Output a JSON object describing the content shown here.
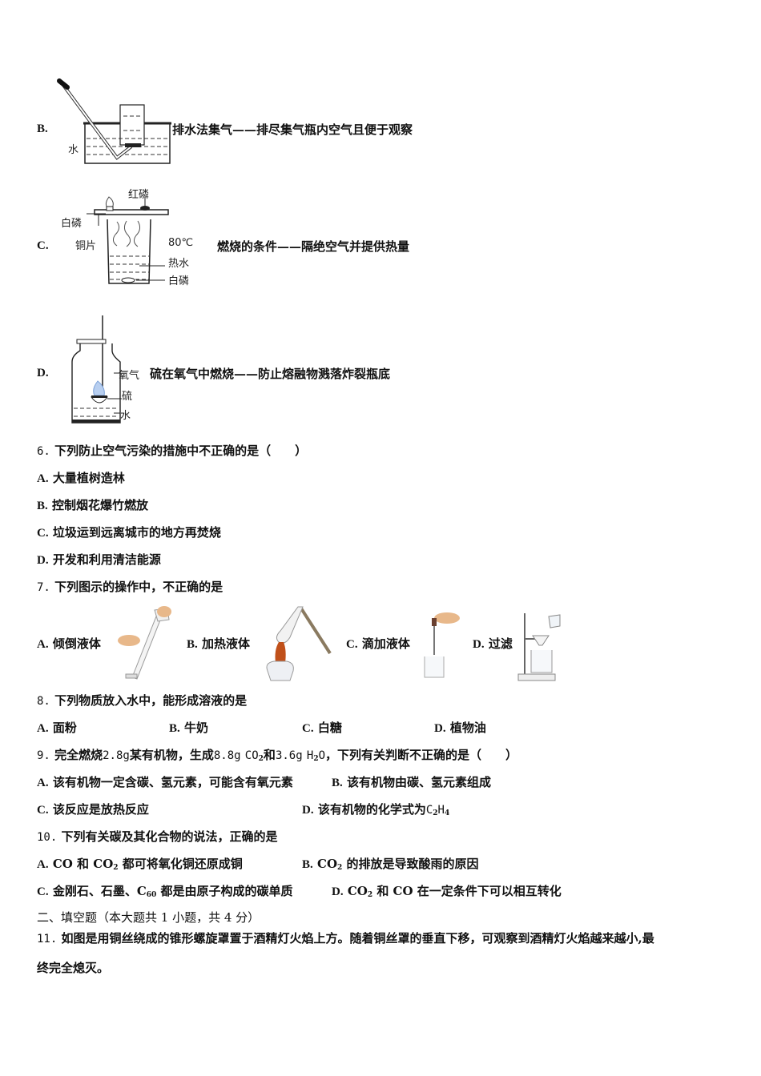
{
  "q5_options": {
    "B": {
      "letter": "B.",
      "text": "排水法集气——排尽集气瓶内空气且便于观察",
      "figure_labels": {
        "water": "水"
      }
    },
    "C": {
      "letter": "C.",
      "text": "燃烧的条件——隔绝空气并提供热量",
      "figure_labels": {
        "red_p": "红磷",
        "white_p_top": "白磷",
        "copper": "铜片",
        "temp": "80℃",
        "hot_water": "热水",
        "white_p_bottom": "白磷"
      }
    },
    "D": {
      "letter": "D.",
      "text": "硫在氧气中燃烧——防止熔融物溅落炸裂瓶底",
      "figure_labels": {
        "oxygen": "氧气",
        "sulfur": "硫",
        "water": "水"
      }
    }
  },
  "q6": {
    "number": "6.",
    "stem": "下列防止空气污染的措施中不正确的是（　　）",
    "options": [
      {
        "letter": "A.",
        "text": "大量植树造林"
      },
      {
        "letter": "B.",
        "text": "控制烟花爆竹燃放"
      },
      {
        "letter": "C.",
        "text": "垃圾运到远离城市的地方再焚烧"
      },
      {
        "letter": "D.",
        "text": "开发和利用清洁能源"
      }
    ]
  },
  "q7": {
    "number": "7.",
    "stem": "下列图示的操作中，不正确的是",
    "options": [
      {
        "letter": "A.",
        "text": "倾倒液体"
      },
      {
        "letter": "B.",
        "text": "加热液体"
      },
      {
        "letter": "C.",
        "text": "滴加液体"
      },
      {
        "letter": "D.",
        "text": "过滤"
      }
    ]
  },
  "q8": {
    "number": "8.",
    "stem": "下列物质放入水中，能形成溶液的是",
    "options": [
      {
        "letter": "A.",
        "text": "面粉"
      },
      {
        "letter": "B.",
        "text": "牛奶"
      },
      {
        "letter": "C.",
        "text": "白糖"
      },
      {
        "letter": "D.",
        "text": "植物油"
      }
    ]
  },
  "q9": {
    "number": "9.",
    "stem_a": "完全燃烧",
    "mass1": "2.8g",
    "stem_b": "某有机物，生成",
    "mass2": "8.8g",
    "co2": "CO",
    "co2_sub": "2",
    "stem_c": "和",
    "mass3": "3.6g",
    "h2o_h": "H",
    "h2o_sub": "2",
    "h2o_o": "O",
    "stem_d": "，下列有关判断不正确的是（　　）",
    "options": [
      {
        "letter": "A.",
        "text": "该有机物一定含碳、氢元素，可能含有氧元素"
      },
      {
        "letter": "B.",
        "text": "该有机物由碳、氢元素组成"
      },
      {
        "letter": "C.",
        "text": "该反应是放热反应"
      },
      {
        "letter": "D.",
        "text": "该有机物的化学式为",
        "formula": "C",
        "sub1": "2",
        "formula2": "H",
        "sub2": "4"
      }
    ]
  },
  "q10": {
    "number": "10.",
    "stem": "下列有关碳及其化合物的说法，正确的是",
    "options": [
      {
        "letter": "A.",
        "pre": "CO 和 CO",
        "sub": "2",
        "post": " 都可将氧化铜还原成铜"
      },
      {
        "letter": "B.",
        "pre": "CO",
        "sub": "2",
        "post": " 的排放是导致酸雨的原因"
      },
      {
        "letter": "C.",
        "pre": "金刚石、石墨、C",
        "sub": "60",
        "post": " 都是由原子构成的碳单质"
      },
      {
        "letter": "D.",
        "pre": "CO",
        "sub": "2",
        "post": " 和 CO 在一定条件下可以相互转化"
      }
    ]
  },
  "section2": {
    "title": "二、填空题（本大题共 1 小题，共 4 分）"
  },
  "q11": {
    "number": "11.",
    "line1": "如图是用铜丝绕成的锥形螺旋罩置于酒精灯火焰上方。随着铜丝罩的垂直下移，可观察到酒精灯火焰越来越小,最",
    "line2": "终完全熄灭。"
  }
}
